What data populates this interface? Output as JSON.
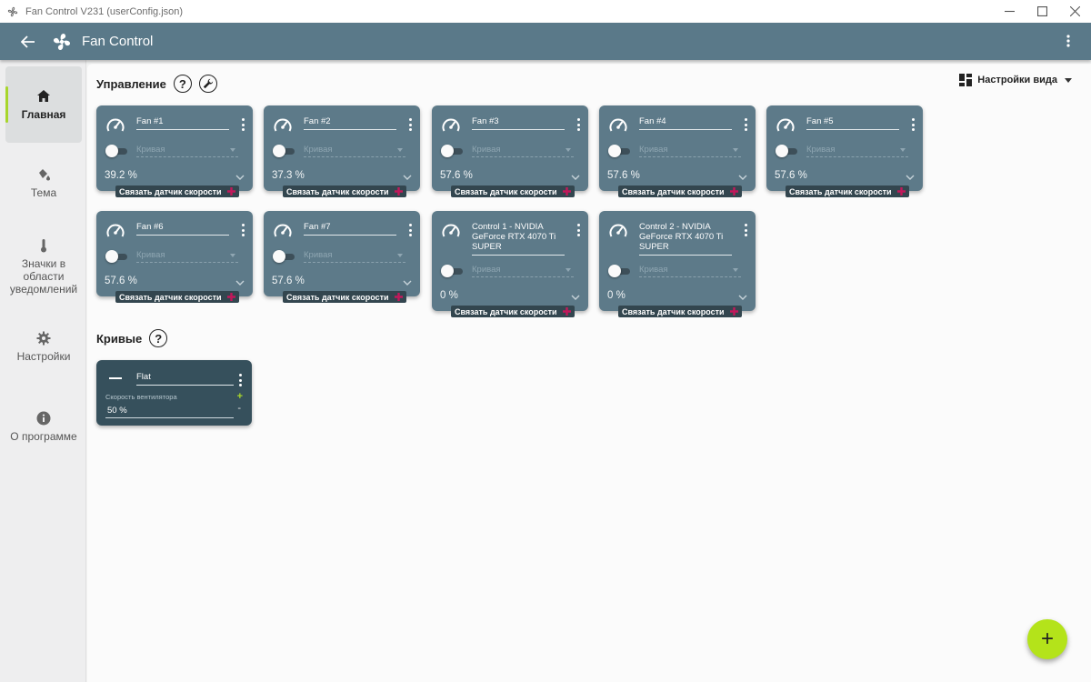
{
  "window": {
    "title": "Fan Control V231 (userConfig.json)"
  },
  "header": {
    "title": "Fan Control"
  },
  "sidebar": {
    "items": [
      {
        "label": "Главная",
        "icon": "home-icon"
      },
      {
        "label": "Тема",
        "icon": "paint-bucket-icon"
      },
      {
        "label": "Значки в области уведомлений",
        "icon": "thermometer-icon"
      },
      {
        "label": "Настройки",
        "icon": "gear-icon"
      },
      {
        "label": "О программе",
        "icon": "info-icon"
      }
    ]
  },
  "control_section": {
    "title": "Управление",
    "help_label": "?",
    "view_settings_label": "Настройки вида"
  },
  "fans": [
    {
      "name": "Fan #1",
      "curve": "Кривая",
      "percent": "39.2 %",
      "link_label": "Связать датчик скорости"
    },
    {
      "name": "Fan #2",
      "curve": "Кривая",
      "percent": "37.3 %",
      "link_label": "Связать датчик скорости"
    },
    {
      "name": "Fan #3",
      "curve": "Кривая",
      "percent": "57.6 %",
      "link_label": "Связать датчик скорости"
    },
    {
      "name": "Fan #4",
      "curve": "Кривая",
      "percent": "57.6 %",
      "link_label": "Связать датчик скорости"
    },
    {
      "name": "Fan #5",
      "curve": "Кривая",
      "percent": "57.6 %",
      "link_label": "Связать датчик скорости"
    },
    {
      "name": "Fan #6",
      "curve": "Кривая",
      "percent": "57.6 %",
      "link_label": "Связать датчик скорости"
    },
    {
      "name": "Fan #7",
      "curve": "Кривая",
      "percent": "57.6 %",
      "link_label": "Связать датчик скорости"
    },
    {
      "name": "Control 1 - NVIDIA GeForce RTX 4070 Ti SUPER",
      "curve": "Кривая",
      "percent": "0 %",
      "link_label": "Связать датчик скорости"
    },
    {
      "name": "Control 2 - NVIDIA GeForce RTX 4070 Ti SUPER",
      "curve": "Кривая",
      "percent": "0 %",
      "link_label": "Связать датчик скорости"
    }
  ],
  "curves_section": {
    "title": "Кривые",
    "help_label": "?"
  },
  "curves": [
    {
      "name": "Flat",
      "field_label": "Скорость вентилятора",
      "value": "50 %",
      "inc": "+",
      "dec": "-"
    }
  ],
  "fab": {
    "label": "+"
  },
  "colors": {
    "header": "#5a7989",
    "card": "#5d7a89",
    "curve_card": "#36505c",
    "accent": "#b4e31a",
    "link_plus": "#c2185b"
  }
}
